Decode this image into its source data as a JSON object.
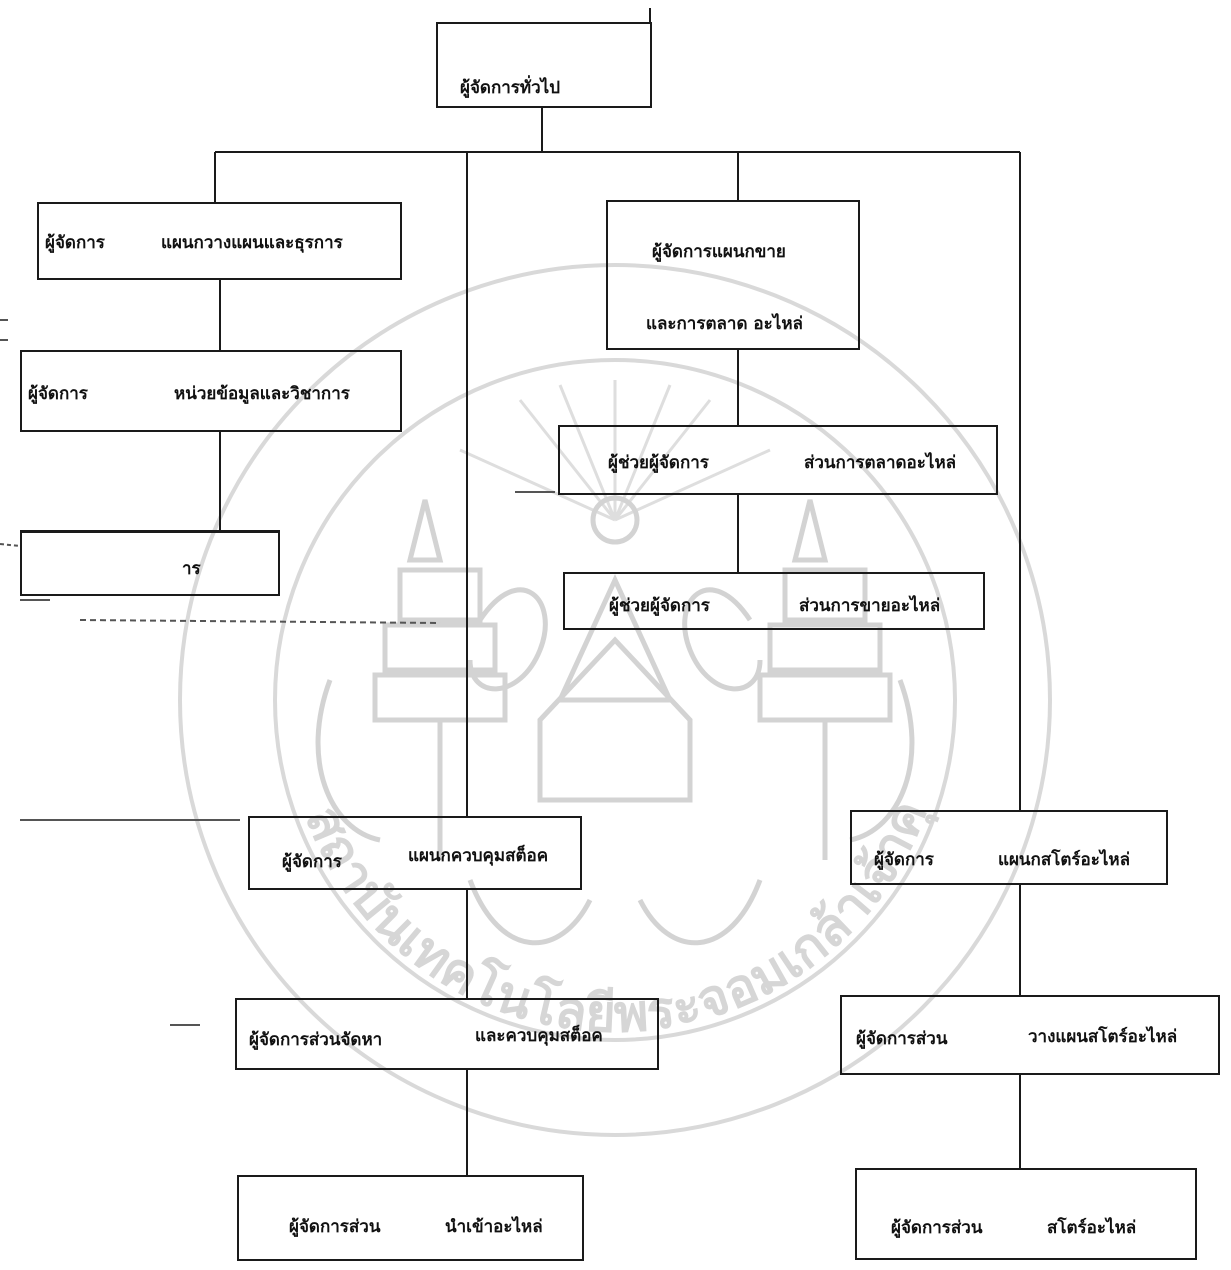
{
  "boxes": {
    "general_manager": {
      "text": "ผู้จัดการทั่วไป"
    },
    "planning_admin": {
      "left": "ผู้จัดการ",
      "right": "แผนกวางแผนและธุรการ"
    },
    "data_academic": {
      "left": "ผู้จัดการ",
      "right": "หน่วยข้อมูลและวิชาการ"
    },
    "partial_unit": {
      "text": "าร"
    },
    "sales_marketing": {
      "line1": "ผู้จัดการแผนกขาย",
      "line2": "และการตลาด อะไหล่"
    },
    "asst_marketing": {
      "left": "ผู้ช่วยผู้จัดการ",
      "right": "ส่วนการตลาดอะไหล่"
    },
    "asst_sales": {
      "left": "ผู้ช่วยผู้จัดการ",
      "right": "ส่วนการขายอะไหล่"
    },
    "stock_control": {
      "left": "ผู้จัดการ",
      "right": "แผนกควบคุมสต็อค"
    },
    "procurement": {
      "left": "ผู้จัดการส่วนจัดหา",
      "right": "และควบคุมสต็อค"
    },
    "import_parts": {
      "left": "ผู้จัดการส่วน",
      "right": "นำเข้าอะไหล่"
    },
    "parts_store_dept": {
      "left": "ผู้จัดการ",
      "right": "แผนกสโตร์อะไหล่"
    },
    "store_planning": {
      "left": "ผู้จัดการส่วน",
      "right": "วางแผนสโตร์อะไหล่"
    },
    "parts_store": {
      "left": "ผู้จัดการส่วน",
      "right": "สโตร์อะไหล่"
    }
  },
  "watermark": {
    "text": "สถาบันเทคโนโลยีพระจอมเกล้าเจ้าคุณทหารลาดกระบัง",
    "color": "#d6d6d6"
  },
  "colors": {
    "line": "#1a1a1a"
  }
}
